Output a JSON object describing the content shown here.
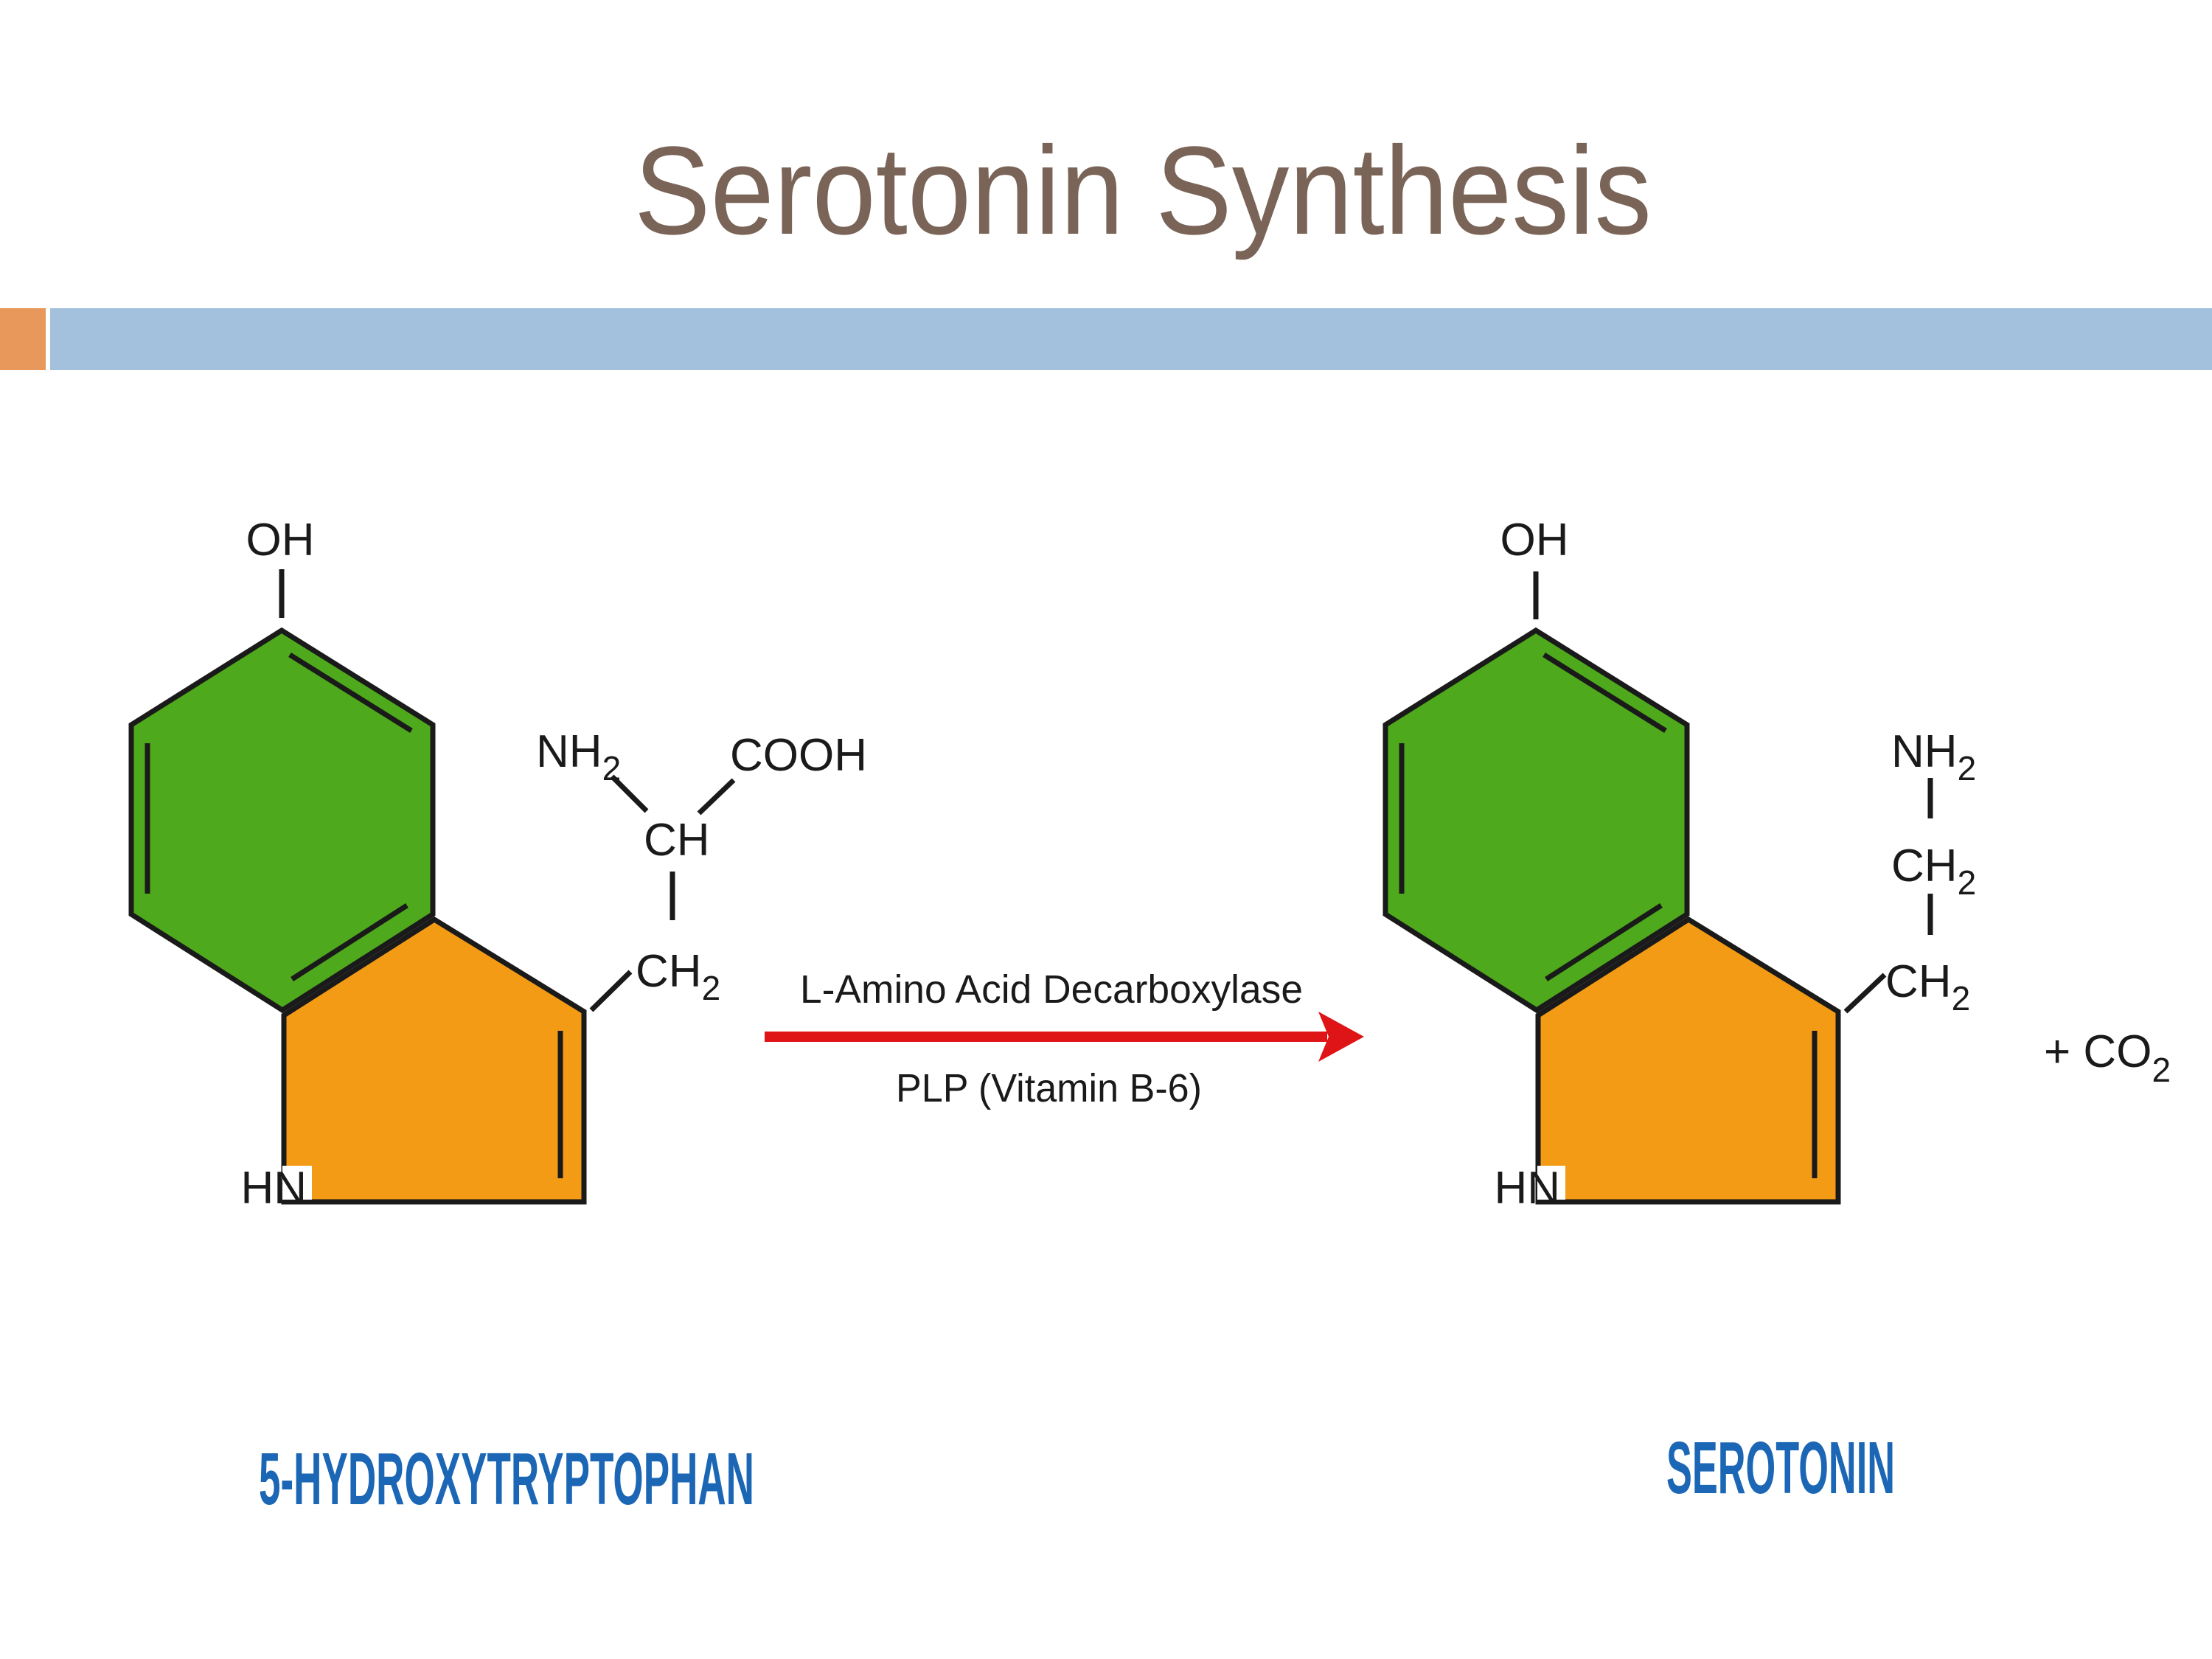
{
  "title": "Serotonin Synthesis",
  "colors": {
    "title_brown": "#7A6458",
    "bar_blue": "#A3C1DC",
    "accent_orange": "#E8985A",
    "ring_green": "#4FA91C",
    "ring_orange": "#F49B15",
    "arrow_red": "#DE1417",
    "label_blue": "#1B66B5"
  },
  "reaction": {
    "enzyme": "L-Amino Acid Decarboxylase",
    "cofactor": "PLP (Vitamin B-6)",
    "byproduct_main": "+ CO",
    "byproduct_sub": "2"
  },
  "molecules": {
    "left": {
      "name": "5-HYDROXYTRYPTOPHAN",
      "hydroxyl": "OH",
      "ring_nh": "HN",
      "amine_main": "NH",
      "amine_sub": "2",
      "carboxyl": "COOH",
      "ch": "CH",
      "ch2_main": "CH",
      "ch2_sub": "2"
    },
    "right": {
      "name": "SEROTONIN",
      "hydroxyl": "OH",
      "ring_nh": "HN",
      "amine_main": "NH",
      "amine_sub": "2",
      "ch2a_main": "CH",
      "ch2a_sub": "2",
      "ch2b_main": "CH",
      "ch2b_sub": "2"
    }
  }
}
